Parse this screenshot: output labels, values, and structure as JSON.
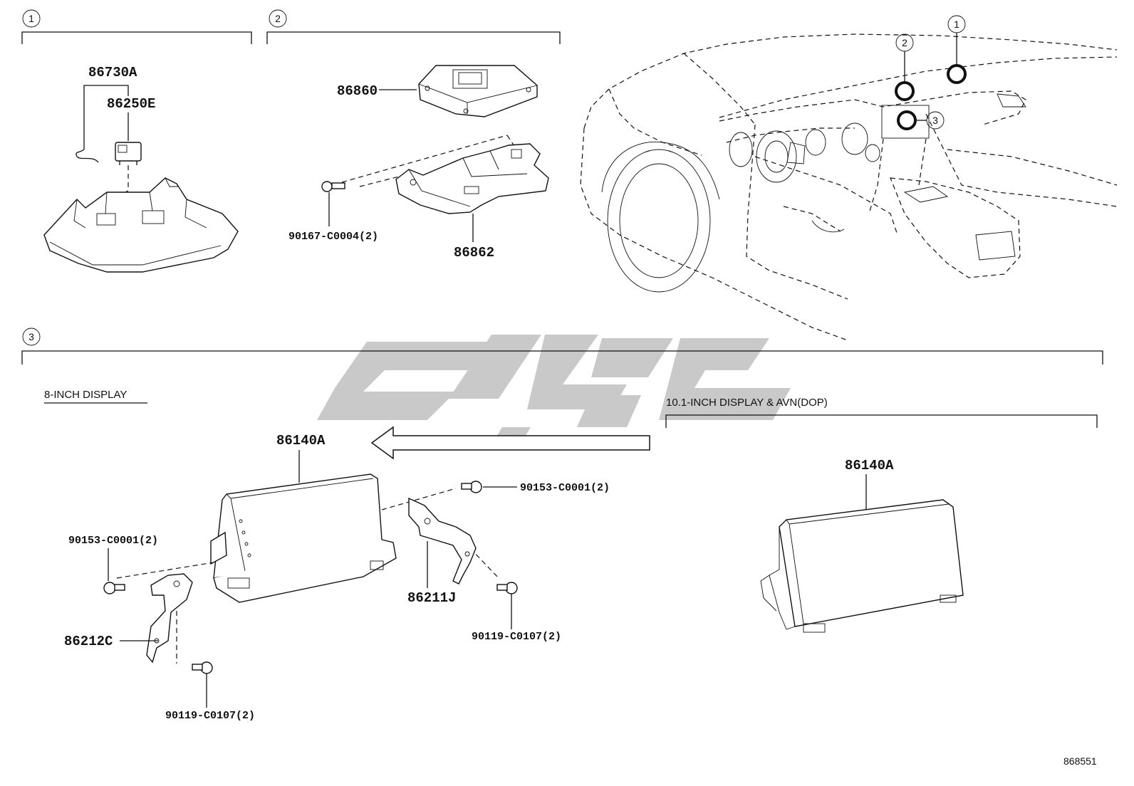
{
  "sections": [
    {
      "number": "1"
    },
    {
      "number": "2"
    },
    {
      "number": "3"
    }
  ],
  "callouts": [
    "1",
    "2",
    "3"
  ],
  "captions": {
    "display_8": "8-INCH DISPLAY",
    "display_10": "10.1-INCH DISPLAY & AVN(DOP)"
  },
  "parts": {
    "p86730A": "86730A",
    "p86250E": "86250E",
    "p86860": "86860",
    "p86862": "86862",
    "p90167": "90167-C0004(2)",
    "p86140A_left": "86140A",
    "p86140A_right": "86140A",
    "p90153_left": "90153-C0001(2)",
    "p90153_right": "90153-C0001(2)",
    "p86211J": "86211J",
    "p86212C": "86212C",
    "p90119_left": "90119-C0107(2)",
    "p90119_right": "90119-C0107(2)"
  },
  "watermark_text": "شیپور",
  "diagram_id": "868551",
  "colors": {
    "line": "#111111",
    "watermark": "#c9c9c9",
    "background": "#ffffff"
  }
}
